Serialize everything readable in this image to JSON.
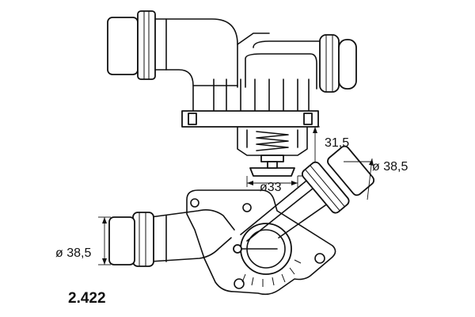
{
  "part_number": "2.422",
  "dimensions": {
    "height": "31,5",
    "outlet_diameter": "ø 38,5",
    "thermostat_diameter": "ø33",
    "inlet_diameter": "ø 38,5"
  }
}
